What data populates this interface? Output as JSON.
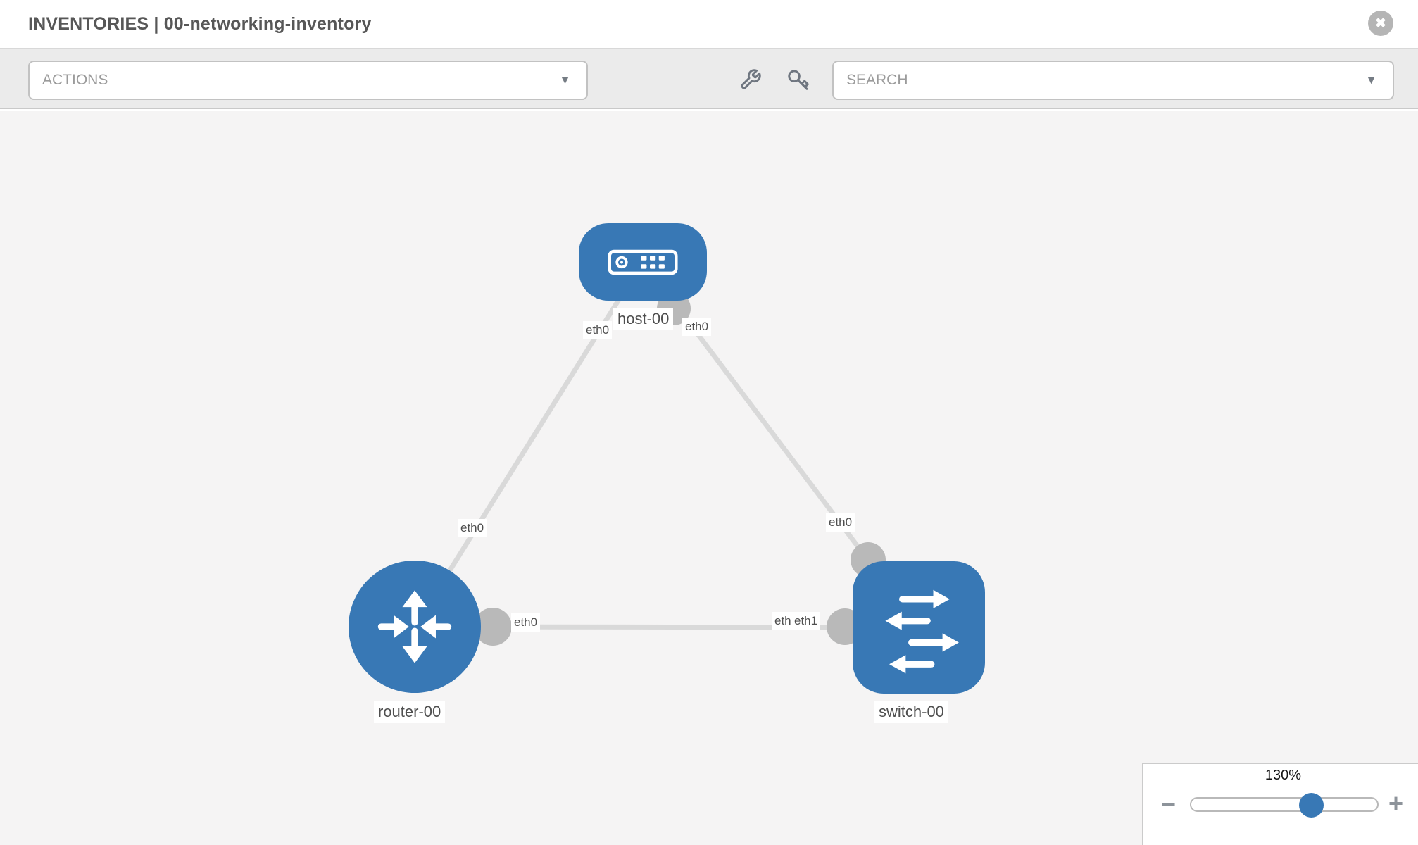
{
  "header": {
    "title": "INVENTORIES | 00-networking-inventory"
  },
  "toolbar": {
    "actions_label": "ACTIONS",
    "search_placeholder": "SEARCH"
  },
  "glyphs": {
    "caret_down": "▼",
    "close": "✖",
    "minus": "−",
    "plus": "+"
  },
  "topology": {
    "nodes": [
      {
        "id": "host-00",
        "type": "host",
        "label": "host-00"
      },
      {
        "id": "router-00",
        "type": "router",
        "label": "router-00"
      },
      {
        "id": "switch-00",
        "type": "switch",
        "label": "switch-00"
      }
    ],
    "links": [
      {
        "from": "host-00",
        "from_interface": "eth0",
        "to": "router-00",
        "to_interface": "eth0"
      },
      {
        "from": "host-00",
        "from_interface": "eth0",
        "to": "switch-00",
        "to_interface": "eth0"
      },
      {
        "from": "router-00",
        "from_interface": "eth0",
        "to": "switch-00",
        "to_interface": "eth1"
      }
    ],
    "interface_labels": {
      "host_router_at_host": "eth0",
      "host_switch_at_host": "eth0",
      "host_router_at_router": "eth0",
      "host_switch_at_switch": "eth0",
      "router_switch_at_router": "eth0",
      "router_switch_at_switch_back": "eth0",
      "router_switch_at_switch": "eth1"
    }
  },
  "zoom_control": {
    "value": "130%"
  },
  "colors": {
    "node_blue": "#3878b5",
    "link_gray": "#d9d9d9",
    "interface_gray": "#b9b9b9",
    "toolbar_bg": "#ebebeb",
    "canvas_bg": "#f5f4f4"
  }
}
